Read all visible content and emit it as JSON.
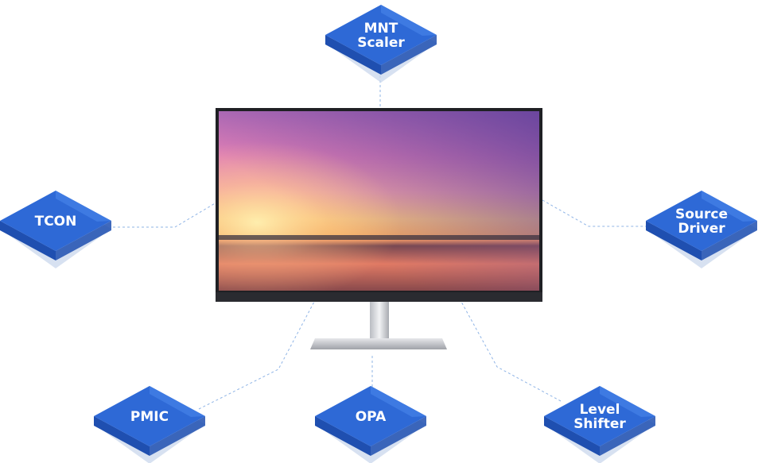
{
  "diagram": {
    "center": "monitor",
    "components": [
      {
        "id": "mnt-scaler",
        "lines": [
          "MNT",
          "Scaler"
        ]
      },
      {
        "id": "tcon",
        "lines": [
          "TCON"
        ]
      },
      {
        "id": "source-driver",
        "lines": [
          "Source",
          "Driver"
        ]
      },
      {
        "id": "pmic",
        "lines": [
          "PMIC"
        ]
      },
      {
        "id": "opa",
        "lines": [
          "OPA"
        ]
      },
      {
        "id": "level-shifter",
        "lines": [
          "Level",
          "Shifter"
        ]
      }
    ],
    "colors": {
      "chip_top": "#2e69d6",
      "chip_top_light": "#4a86ea",
      "chip_side": "#1f4fb0",
      "chip_shadow": "#cdd9ee",
      "connector": "#8fb4e6"
    }
  }
}
